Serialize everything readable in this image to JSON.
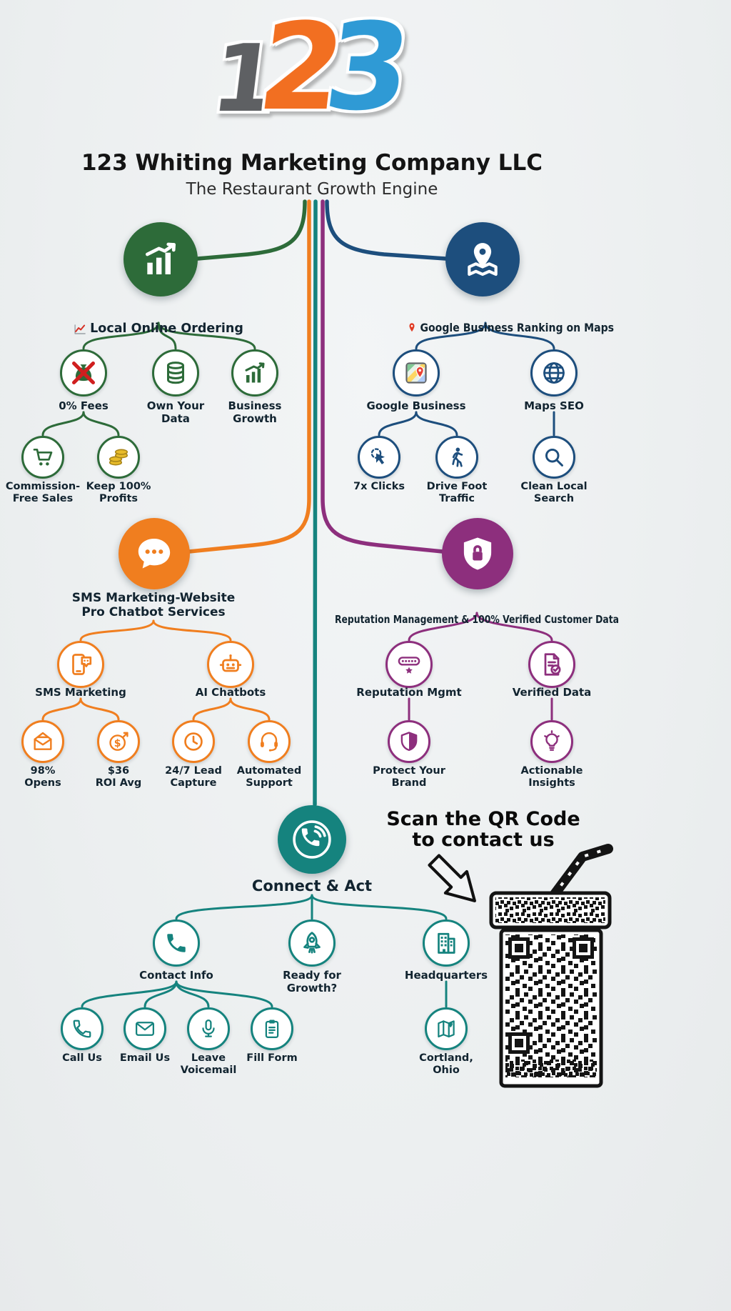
{
  "header": {
    "logo_digits": [
      "1",
      "2",
      "3"
    ],
    "title": "123 Whiting Marketing Company LLC",
    "subtitle": "The Restaurant Growth Engine"
  },
  "colors": {
    "background": "#edeff0",
    "green": "#2d6b39",
    "blue": "#1d4e7d",
    "orange": "#f07e1f",
    "purple": "#8d2f7d",
    "teal": "#15837e",
    "text": "#122430"
  },
  "branches": {
    "ordering": {
      "title": "Local Online Ordering",
      "icon": "growth-bars-icon",
      "title_icon": "line-chart-icon",
      "children": {
        "fees": {
          "label": "0% Fees",
          "icon": "no-fees-icon"
        },
        "own_data": {
          "label": "Own Your\nData",
          "icon": "database-icon"
        },
        "growth": {
          "label": "Business\nGrowth",
          "icon": "growth-chart-icon"
        },
        "commission": {
          "label": "Commission-\nFree Sales",
          "icon": "cart-icon"
        },
        "profits": {
          "label": "Keep 100%\nProfits",
          "icon": "coins-icon"
        }
      }
    },
    "maps": {
      "title": "Google Business Ranking on Maps",
      "icon": "map-pin-icon",
      "title_icon": "red-pin-icon",
      "children": {
        "google_business": {
          "label": "Google Business",
          "icon": "google-maps-icon"
        },
        "maps_seo": {
          "label": "Maps SEO",
          "icon": "globe-icon"
        },
        "clicks": {
          "label": "7x Clicks",
          "icon": "tap-click-icon"
        },
        "foot_traffic": {
          "label": "Drive Foot\nTraffic",
          "icon": "walking-person-icon"
        },
        "local_search": {
          "label": "Clean Local\nSearch",
          "icon": "magnifier-icon"
        }
      }
    },
    "sms": {
      "title": "SMS Marketing-Website\nPro Chatbot Services",
      "icon": "chat-bubble-icon",
      "children": {
        "sms_marketing": {
          "label": "SMS Marketing",
          "icon": "phone-sms-icon"
        },
        "ai_chatbots": {
          "label": "AI Chatbots",
          "icon": "robot-icon"
        },
        "opens": {
          "label": "98%\nOpens",
          "icon": "open-mail-icon"
        },
        "roi": {
          "label": "$36\nROI Avg",
          "icon": "dollar-target-icon"
        },
        "lead_capture": {
          "label": "24/7 Lead\nCapture",
          "icon": "clock-icon"
        },
        "support": {
          "label": "Automated\nSupport",
          "icon": "headset-agent-icon"
        }
      }
    },
    "reputation": {
      "title": "Reputation Management & 100% Verified Customer Data",
      "icon": "shield-lock-icon",
      "children": {
        "rep_mgmt": {
          "label": "Reputation Mgmt",
          "icon": "star-badge-icon"
        },
        "verified": {
          "label": "Verified Data",
          "icon": "doc-check-icon"
        },
        "protect": {
          "label": "Protect Your\nBrand",
          "icon": "shield-icon"
        },
        "insights": {
          "label": "Actionable\nInsights",
          "icon": "lightbulb-icon"
        }
      }
    },
    "connect": {
      "title": "Connect & Act",
      "icon": "phone-waves-icon",
      "children": {
        "contact": {
          "label": "Contact Info",
          "icon": "phone-icon"
        },
        "growth_q": {
          "label": "Ready for\nGrowth?",
          "icon": "rocket-icon"
        },
        "hq": {
          "label": "Headquarters",
          "icon": "building-icon"
        },
        "call": {
          "label": "Call Us",
          "icon": "phone-icon"
        },
        "email": {
          "label": "Email Us",
          "icon": "envelope-icon"
        },
        "voicemail": {
          "label": "Leave\nVoicemail",
          "icon": "microphone-icon"
        },
        "form": {
          "label": "Fill Form",
          "icon": "clipboard-icon"
        },
        "location": {
          "label": "Cortland,\nOhio",
          "icon": "folded-map-icon"
        }
      }
    }
  },
  "qr": {
    "heading": "Scan the QR Code\nto contact us",
    "icon": "qr-code-cup-icon"
  }
}
